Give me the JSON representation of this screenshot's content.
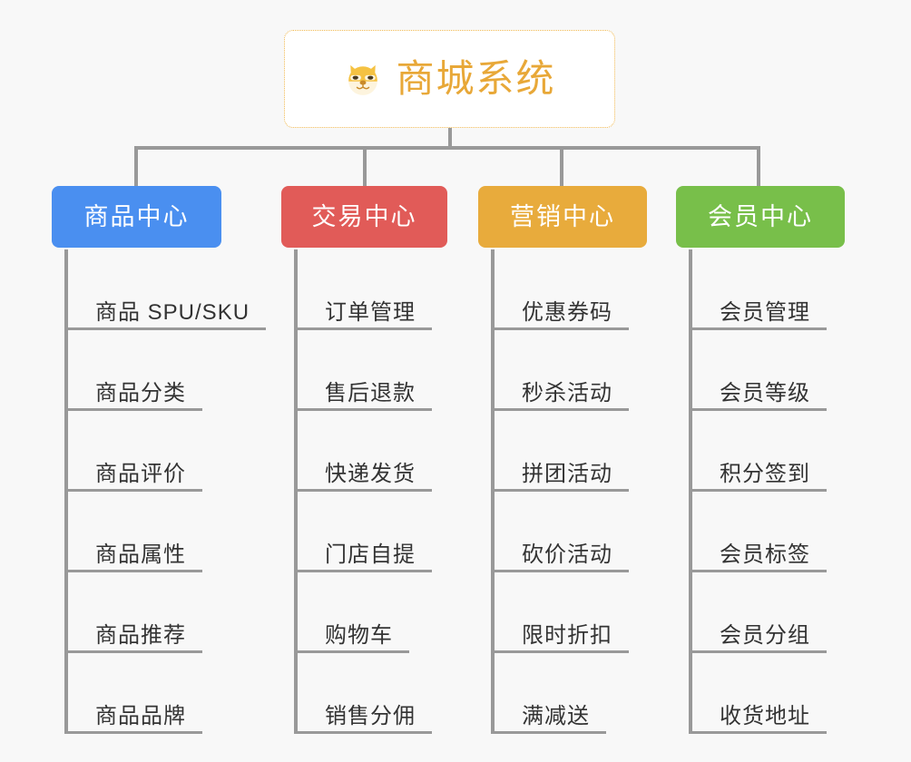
{
  "page": {
    "background_color": "#f8f8f8",
    "type": "mindmap"
  },
  "root": {
    "title": "商城系统",
    "icon": "dog-face-emoji",
    "icon_glyph": "🐶",
    "text_color": "#e8a838",
    "border_color": "#f0b952",
    "background_color": "#ffffff"
  },
  "connector": {
    "color": "#999999"
  },
  "branches": [
    {
      "label": "商品中心",
      "color": "#4a8ff0",
      "items": [
        "商品 SPU/SKU",
        "商品分类",
        "商品评价",
        "商品属性",
        "商品推荐",
        "商品品牌"
      ]
    },
    {
      "label": "交易中心",
      "color": "#e15b58",
      "items": [
        "订单管理",
        "售后退款",
        "快递发货",
        "门店自提",
        "购物车",
        "销售分佣"
      ]
    },
    {
      "label": "营销中心",
      "color": "#e8ab3c",
      "items": [
        "优惠券码",
        "秒杀活动",
        "拼团活动",
        "砍价活动",
        "限时折扣",
        "满减送"
      ]
    },
    {
      "label": "会员中心",
      "color": "#78bf4a",
      "items": [
        "会员管理",
        "会员等级",
        "积分签到",
        "会员标签",
        "会员分组",
        "收货地址"
      ]
    }
  ]
}
